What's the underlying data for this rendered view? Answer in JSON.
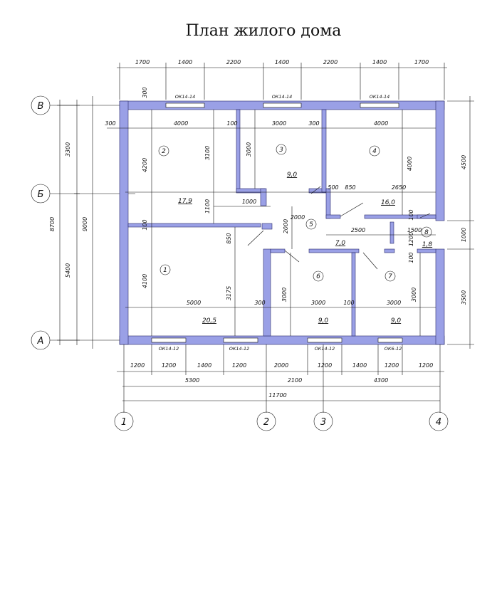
{
  "title": "План жилого дома",
  "axes": {
    "rows": [
      "В",
      "Б",
      "А"
    ],
    "cols": [
      "1",
      "2",
      "3",
      "4"
    ]
  },
  "top_dims": [
    "1700",
    "1400",
    "2200",
    "1400",
    "2200",
    "1400",
    "1700"
  ],
  "bottom_dims_1": [
    "1200",
    "1200",
    "1400",
    "1200",
    "2000",
    "1200",
    "1400",
    "1200",
    "1200"
  ],
  "bottom_dims_2": [
    "5300",
    "2100",
    "4300"
  ],
  "bottom_total": "11700",
  "left_dims": {
    "upper": "3300",
    "lower": "5400",
    "total1": "8700",
    "total2": "9000"
  },
  "right_dims": {
    "upper": "4500",
    "mid": "1000",
    "lower": "3500"
  },
  "windows": {
    "top": [
      "ОК14-14",
      "ОК14-14",
      "ОК14-14"
    ],
    "bottom": [
      "ОК14-12",
      "ОК14-12",
      "ОК14-12",
      "ОК6-12"
    ]
  },
  "rooms": [
    {
      "num": "1",
      "area": "20,5"
    },
    {
      "num": "2",
      "area": "17,9"
    },
    {
      "num": "3",
      "area": "9,0"
    },
    {
      "num": "4",
      "area": "16,0"
    },
    {
      "num": "5",
      "area": "7,0"
    },
    {
      "num": "6",
      "area": "9,0"
    },
    {
      "num": "7",
      "area": "9,0"
    },
    {
      "num": "8",
      "area": "1,8"
    }
  ],
  "inner_dims": {
    "d300a": "300",
    "d4000a": "4000",
    "d100a": "100",
    "d3000a": "3000",
    "d300b": "300",
    "d4000b": "4000",
    "d300c": "300",
    "d4200": "4200",
    "d3100": "3100",
    "d3000v": "3000",
    "d4000v": "4000",
    "d1100": "1100",
    "d1000": "1000",
    "d500": "500",
    "d850h": "850",
    "d2650": "2650",
    "d2000h": "2000",
    "d2000v": "2000",
    "d2500": "2500",
    "d1500": "1500",
    "d100l": "100",
    "d850v": "850",
    "d100m": "100",
    "d1200": "1200",
    "d100n": "100",
    "d4100": "4100",
    "d3175": "3175",
    "d5000": "5000",
    "d300d": "300",
    "d3000c": "3000",
    "d3000d": "3000",
    "d100o": "100",
    "d3000e": "3000",
    "d3000f": "3000"
  }
}
